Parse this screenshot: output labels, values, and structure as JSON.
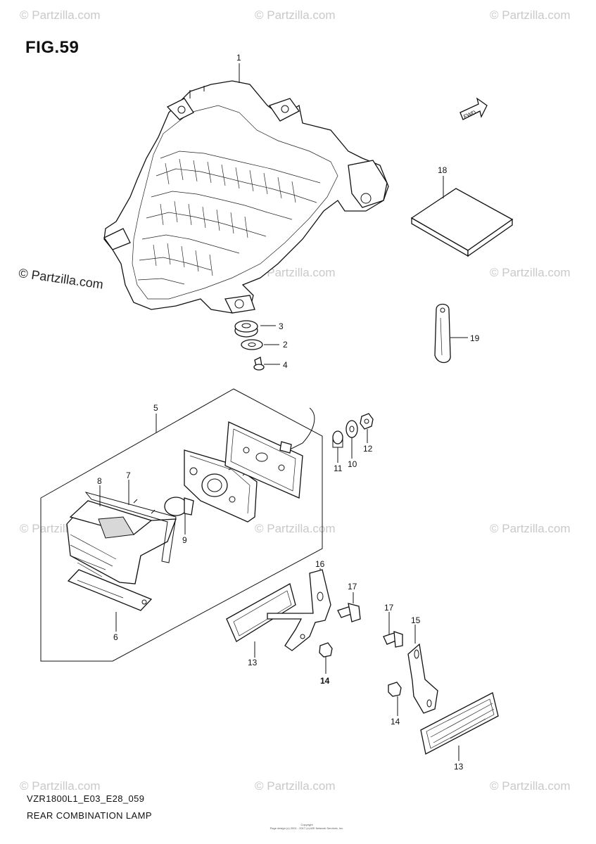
{
  "figure": {
    "title": "FIG.59"
  },
  "watermark": {
    "text": "© Partzilla.com",
    "brand": "Partzilla.com"
  },
  "fwd_label": "FWD",
  "callouts": [
    "1",
    "2",
    "3",
    "4",
    "5",
    "6",
    "7",
    "8",
    "9",
    "10",
    "11",
    "12",
    "13",
    "13",
    "14",
    "14",
    "15",
    "16",
    "17",
    "17",
    "18",
    "19"
  ],
  "footer": {
    "code": "VZR1800L1_E03_E28_059",
    "name": "REAR COMBINATION LAMP"
  },
  "copyright": {
    "line1": "Copyright",
    "line2": "Page design (c) 2001 - 2017 (c) ARI Network Services, Inc."
  },
  "colors": {
    "line": "#111111",
    "watermark": "#c9c9c9",
    "background": "#ffffff"
  }
}
